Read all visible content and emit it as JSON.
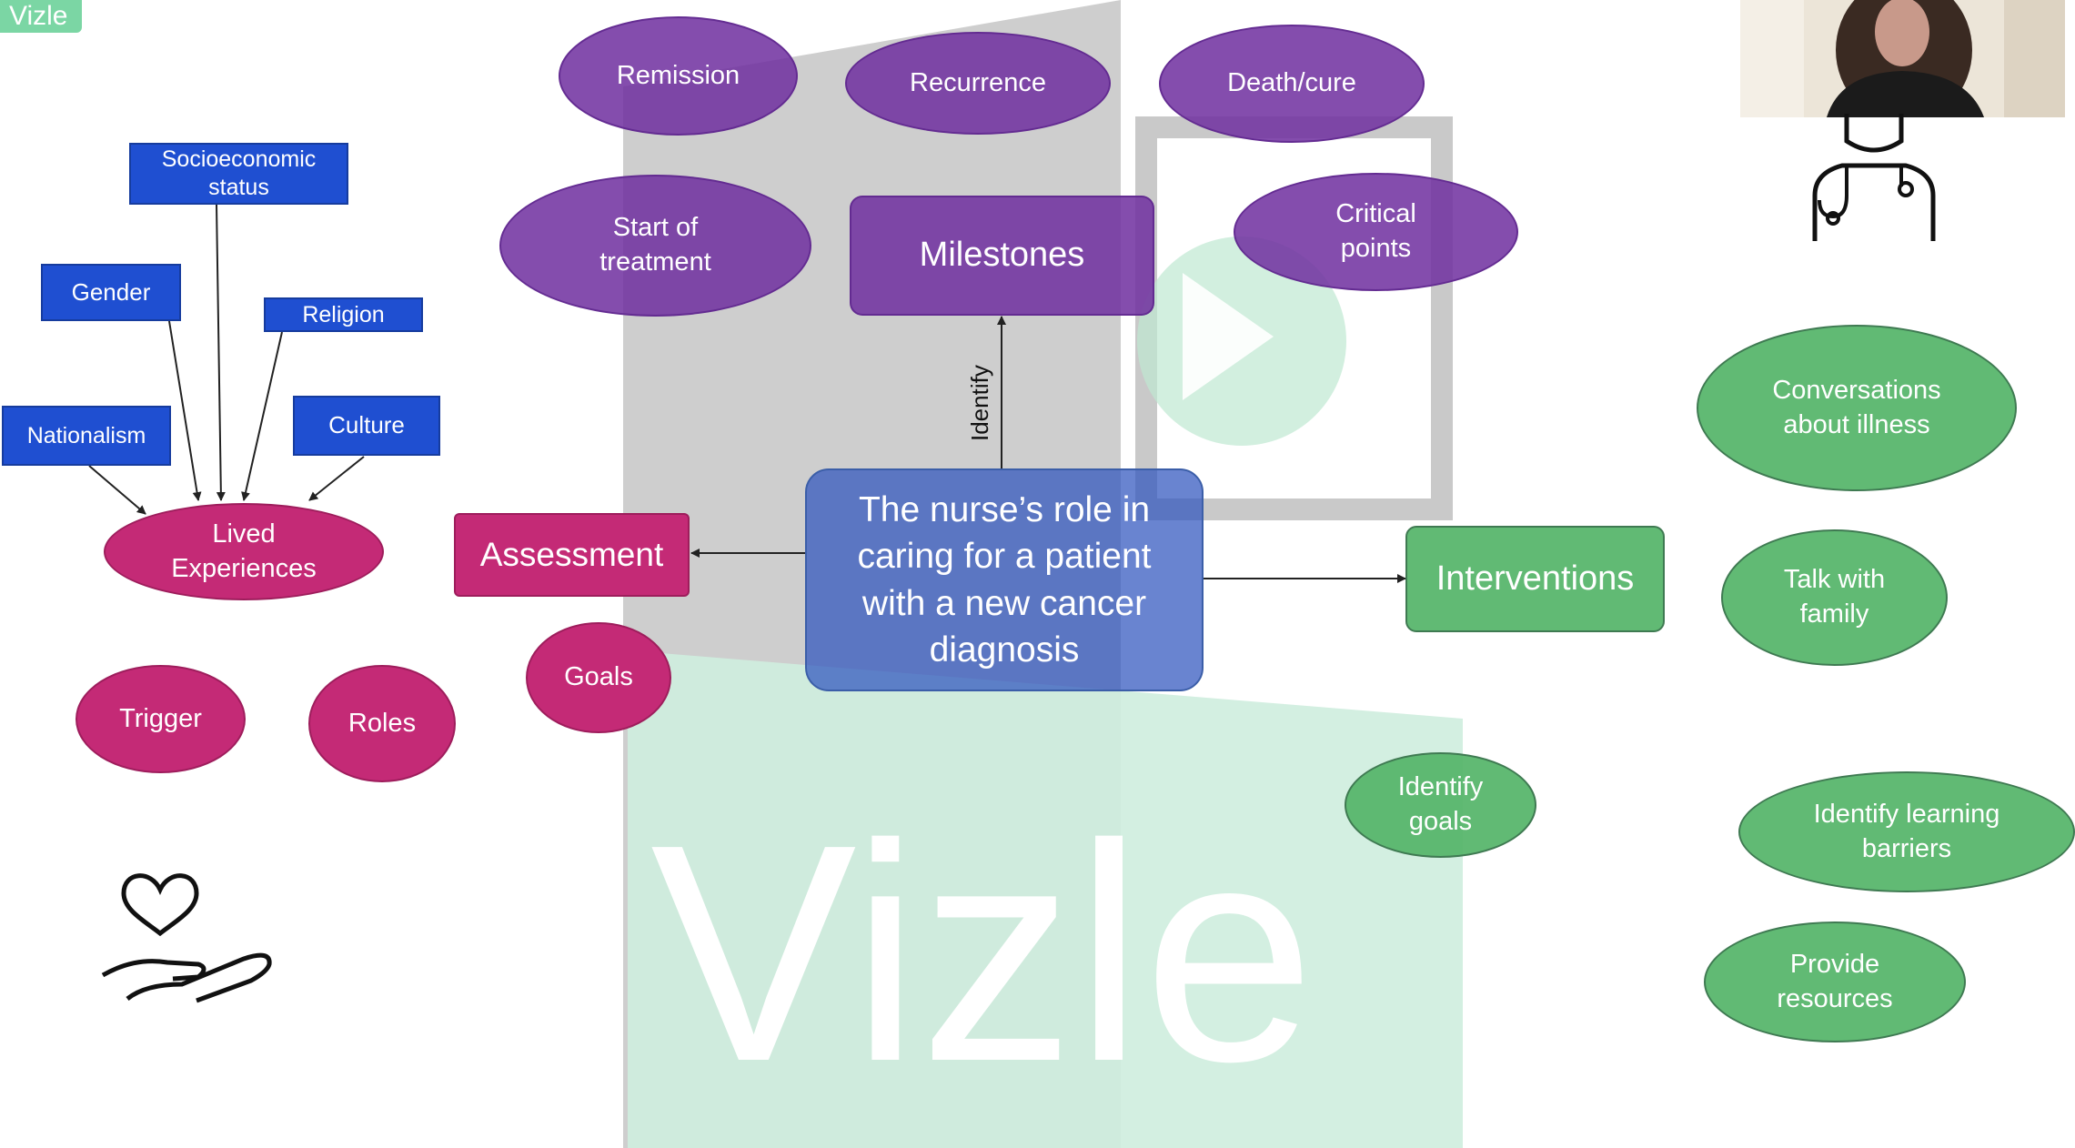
{
  "logo": "Vizle",
  "watermark": "Vizle",
  "center": "The nurse’s role in caring for a patient with a new cancer diagnosis",
  "milestones": {
    "label": "Milestones",
    "link_label": "Identify",
    "items": [
      "Remission",
      "Recurrence",
      "Death/cure",
      "Start of treatment",
      "Critical points"
    ]
  },
  "assessment": {
    "label": "Assessment",
    "goals": "Goals",
    "lived_experiences": "Lived Experiences",
    "factors": [
      "Socioeconomic status",
      "Gender",
      "Religion",
      "Nationalism",
      "Culture"
    ],
    "trigger": "Trigger",
    "roles": "Roles"
  },
  "interventions": {
    "label": "Interventions",
    "items": [
      "Conversations about illness",
      "Talk with family",
      "Identify goals",
      "Identify learning barriers",
      "Provide resources"
    ]
  },
  "colors": {
    "purple": "#7030a0",
    "pink": "#c42a76",
    "blue": "#1f4fd1",
    "green": "#54b468",
    "center": "#2f55be",
    "watermark": "#7bd6a4"
  },
  "icons": [
    "nurse-icon",
    "heart-in-hand-icon"
  ]
}
